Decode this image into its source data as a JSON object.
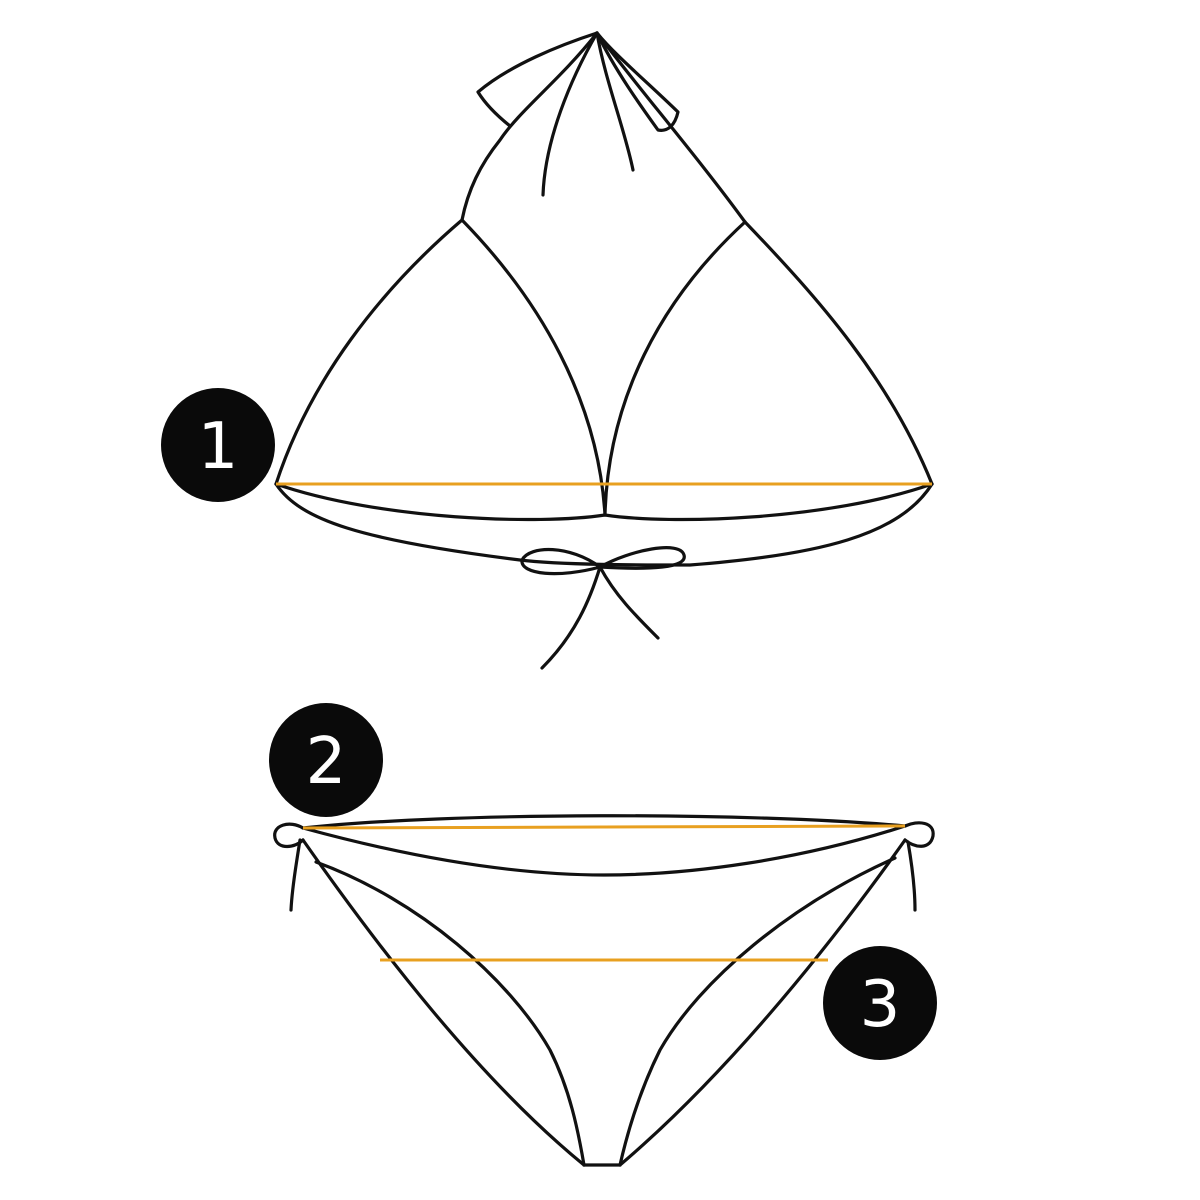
{
  "diagram": {
    "measure_color": "#E8A020",
    "outline_color": "#111111",
    "badge_color": "#0A0A0A",
    "markers": [
      {
        "id": "1",
        "label": "1",
        "part": "top",
        "measure": "bust-width"
      },
      {
        "id": "2",
        "label": "2",
        "part": "bottom",
        "measure": "waist-width"
      },
      {
        "id": "3",
        "label": "3",
        "part": "bottom",
        "measure": "hip-width"
      }
    ]
  }
}
